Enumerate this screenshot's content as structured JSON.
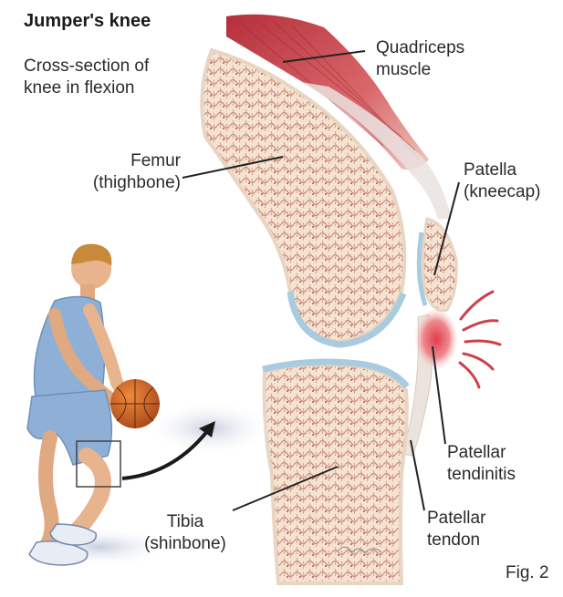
{
  "title": "Jumper's knee",
  "subtitle": [
    "Cross-section of",
    "knee in flexion"
  ],
  "labels": {
    "quadriceps": [
      "Quadriceps",
      "muscle"
    ],
    "femur": [
      "Femur",
      "(thighbone)"
    ],
    "patella": [
      "Patella",
      "(kneecap)"
    ],
    "tendinitis": [
      "Patellar",
      "tendinitis"
    ],
    "tibia": [
      "Tibia",
      "(shinbone)"
    ],
    "tendon": [
      "Patellar",
      "tendon"
    ]
  },
  "figure_label": "Fig. 2",
  "colors": {
    "bone_fill": "#f6e8d6",
    "bone_pattern": "#c8877a",
    "muscle": "#c9434a",
    "cartilage": "#a8cbe0",
    "inflammation": "#e0404e",
    "jersey": "#8fb0d6",
    "skin": "#e8b48e",
    "ball": "#d2691e"
  }
}
